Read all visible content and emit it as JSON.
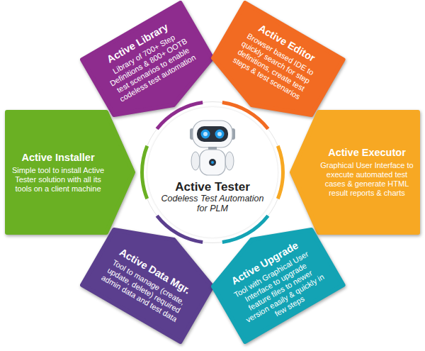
{
  "diagram": {
    "nodes": [
      {
        "text": [
          "Active Library",
          "Library of 700+ Step Definitions & 800+ OOTB test scenarios to enable codeless test automation"
        ]
      },
      {
        "text": [
          "Active Editor",
          "Browser based IDE to quickly search for step definitions, create test steps & test scenarios"
        ]
      },
      {
        "text": [
          "Active Installer",
          "Simple tool to install Active Tester solution with all its tools on a client machine"
        ]
      },
      {
        "text": [
          "Active Tester",
          "Codeless Test Automation for PLM"
        ]
      },
      {
        "text": [
          "Active Executor",
          "Graphical User Interface to execute automated test cases & generate HTML result reports & charts"
        ]
      },
      {
        "text": [
          "Active Data Mgr.",
          "Tool to manage (create, update, delete) required admin data and test data"
        ]
      },
      {
        "text": [
          "Active Upgrade",
          "Tool with Graphical User Interface to upgrade feature files to newer version easily & quickly in few steps"
        ]
      }
    ]
  }
}
